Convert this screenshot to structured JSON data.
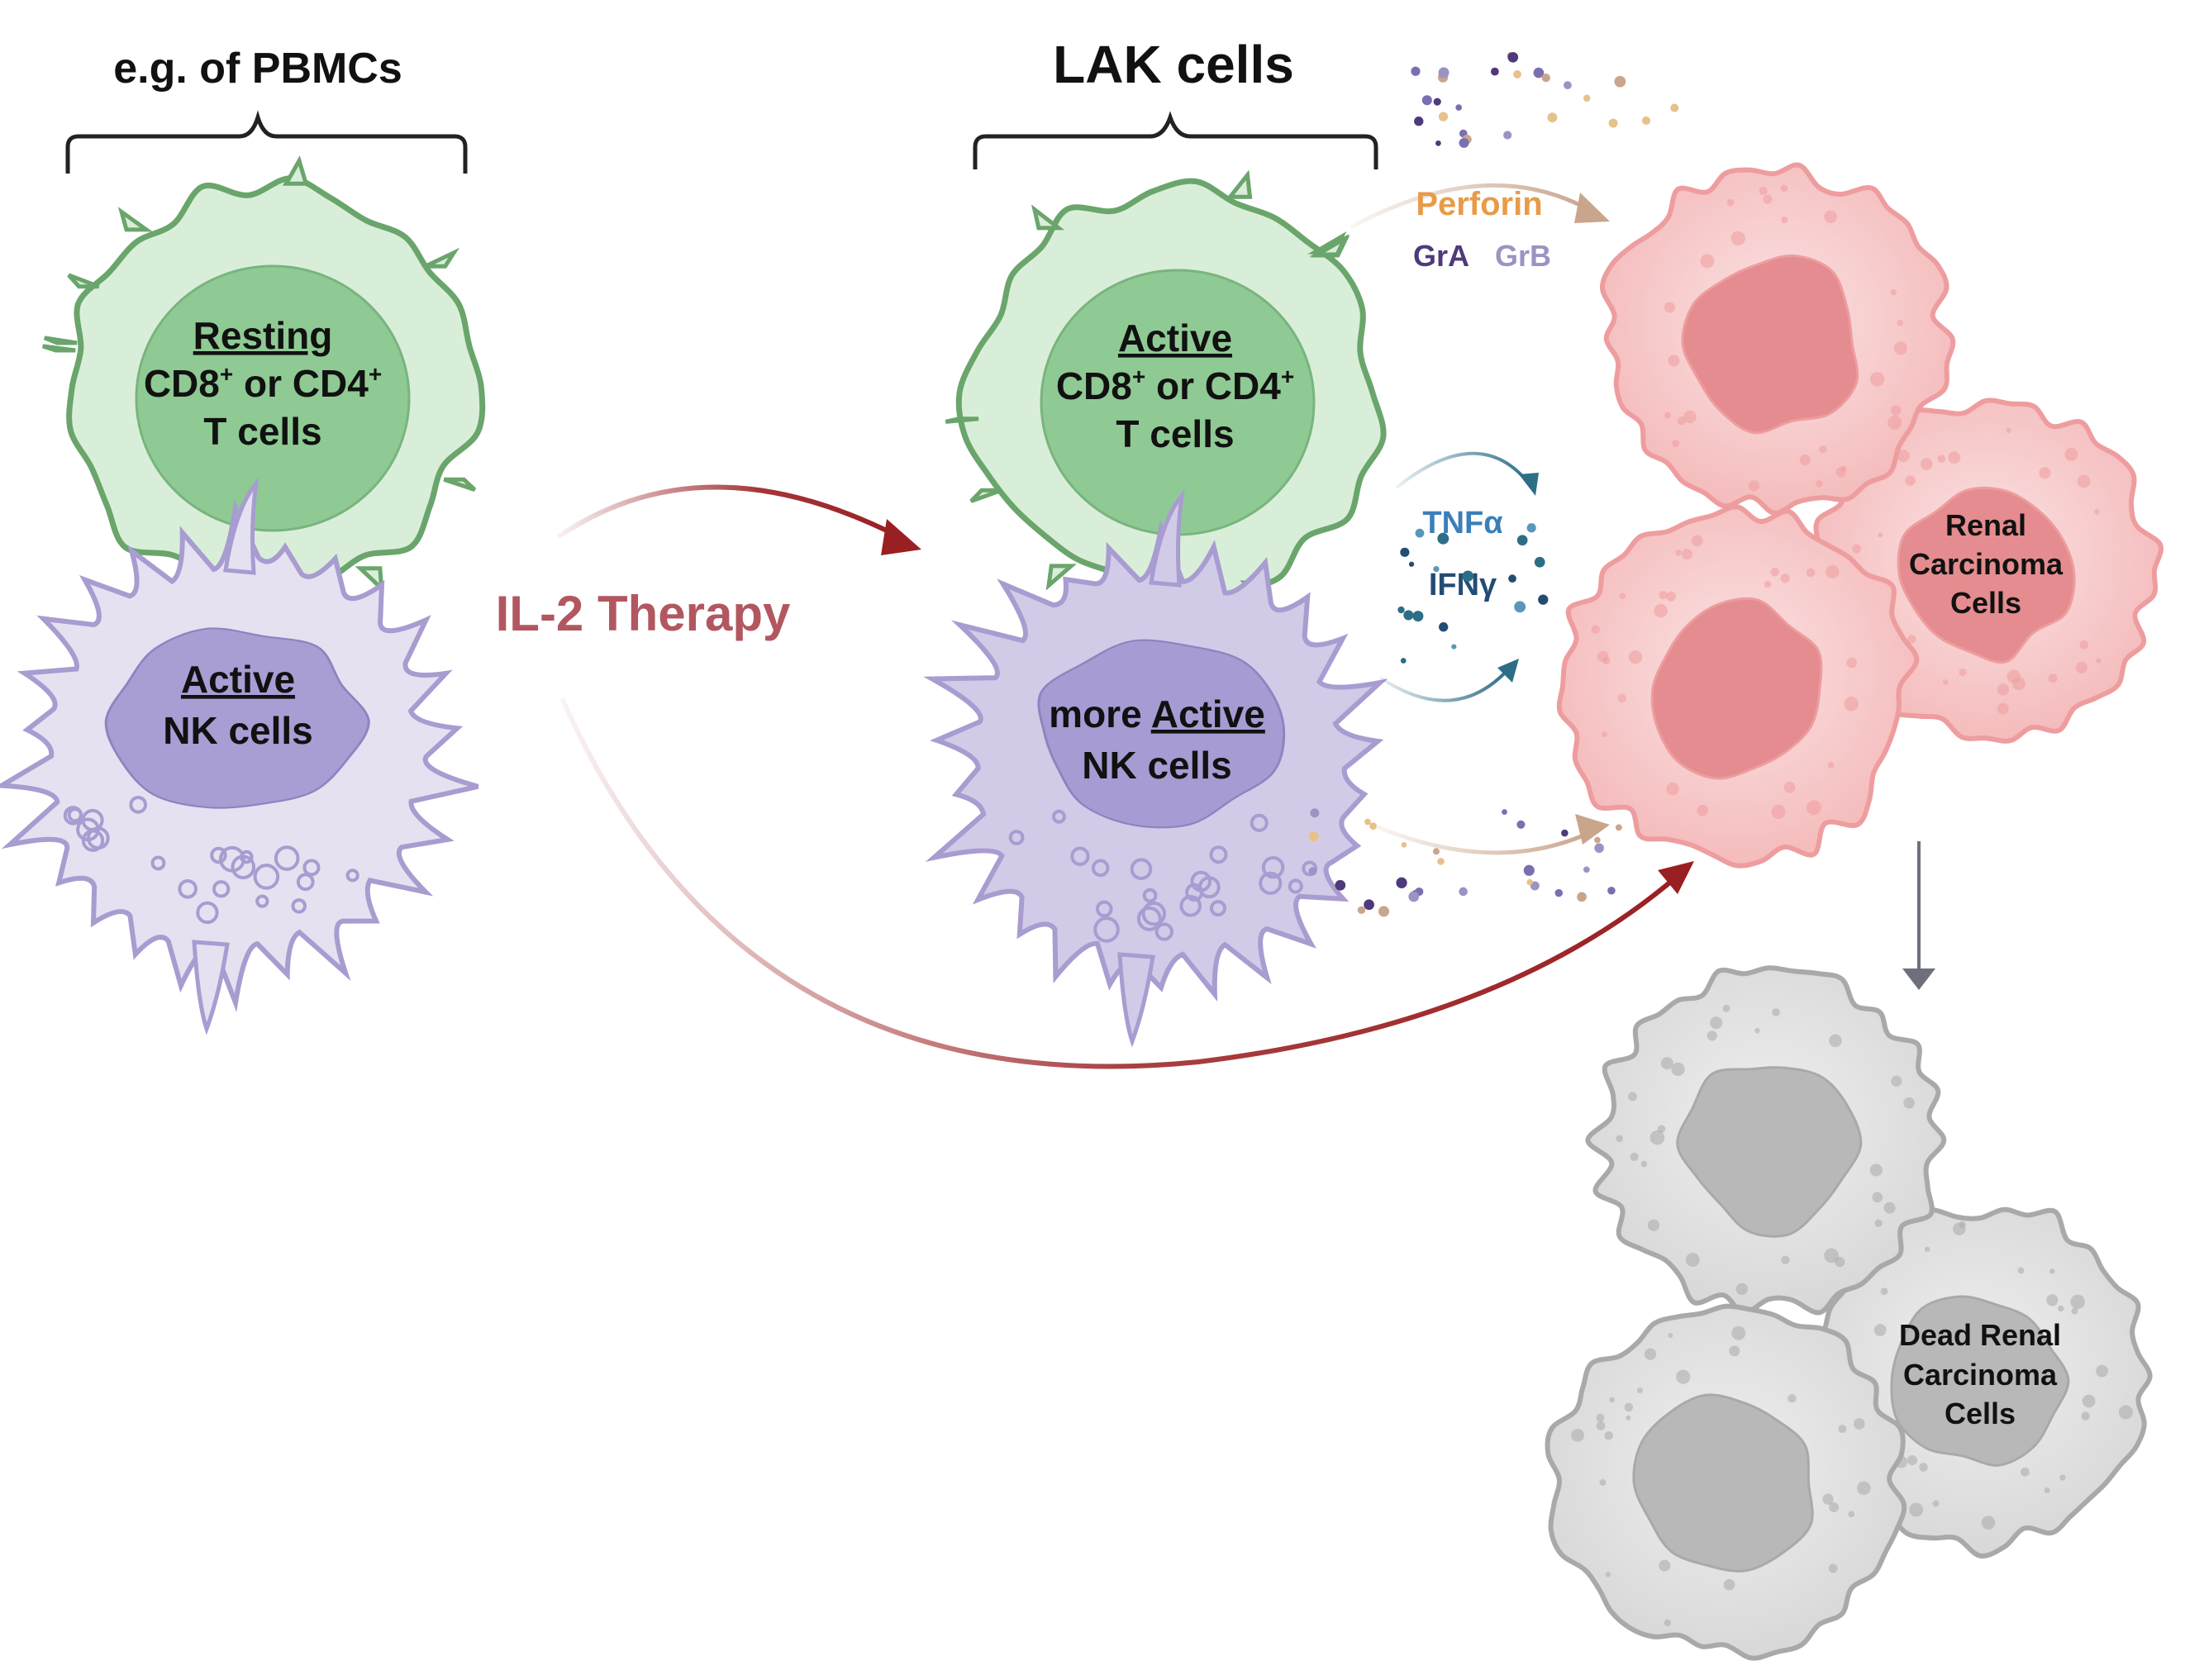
{
  "labels": {
    "pbmc_header": "e.g. of PBMCs",
    "lak_header": "LAK cells",
    "resting_tcell": {
      "line1": "Resting",
      "line2a": "CD8",
      "sup1": "+",
      "line2b": " or CD4",
      "sup2": "+",
      "line3": "T cells"
    },
    "active_nk_left": {
      "line1": "Active",
      "line2": "NK cells"
    },
    "il2": "IL-2 Therapy",
    "active_tcell": {
      "line1": "Active",
      "line2a": "CD8",
      "sup1": "+",
      "line2b": " or CD4",
      "sup2": "+",
      "line3": "T cells"
    },
    "more_active_nk": {
      "prefix": "more ",
      "line1": "Active",
      "line2": "NK cells"
    },
    "perforin": "Perforin",
    "gra": "GrA",
    "grb": "GrB",
    "tnfa": "TNFα",
    "ifng": "IFNγ",
    "renal": {
      "line1": "Renal",
      "line2": "Carcinoma",
      "line3": "Cells"
    },
    "dead_renal": {
      "line1": "Dead Renal",
      "line2": "Carcinoma",
      "line3": "Cells"
    }
  },
  "colors": {
    "tcell_fill": "#d9eed9",
    "tcell_edge": "#6aa56c",
    "tcell_nucleus": "#8fca94",
    "nk_fill": "#e6e1f1",
    "nk_edge": "#a89cd0",
    "nk_nucleus": "#a79bd3",
    "cancer_fill": "#f8caca",
    "cancer_edge": "#ee9d9f",
    "cancer_nucleus": "#e48c8f",
    "dead_fill": "#e4e4e4",
    "dead_edge": "#a9a9a9",
    "dead_nucleus": "#b8b8b8",
    "il2_text": "#b25760",
    "arrow_dark_red": "#9a1f22",
    "perforin": "#e79b4a",
    "gra": "#4e3a7a",
    "grb": "#9b93c4",
    "tnfa": "#3b7fb8",
    "ifng": "#234c74",
    "grey_arrow": "#6d6f7d"
  }
}
